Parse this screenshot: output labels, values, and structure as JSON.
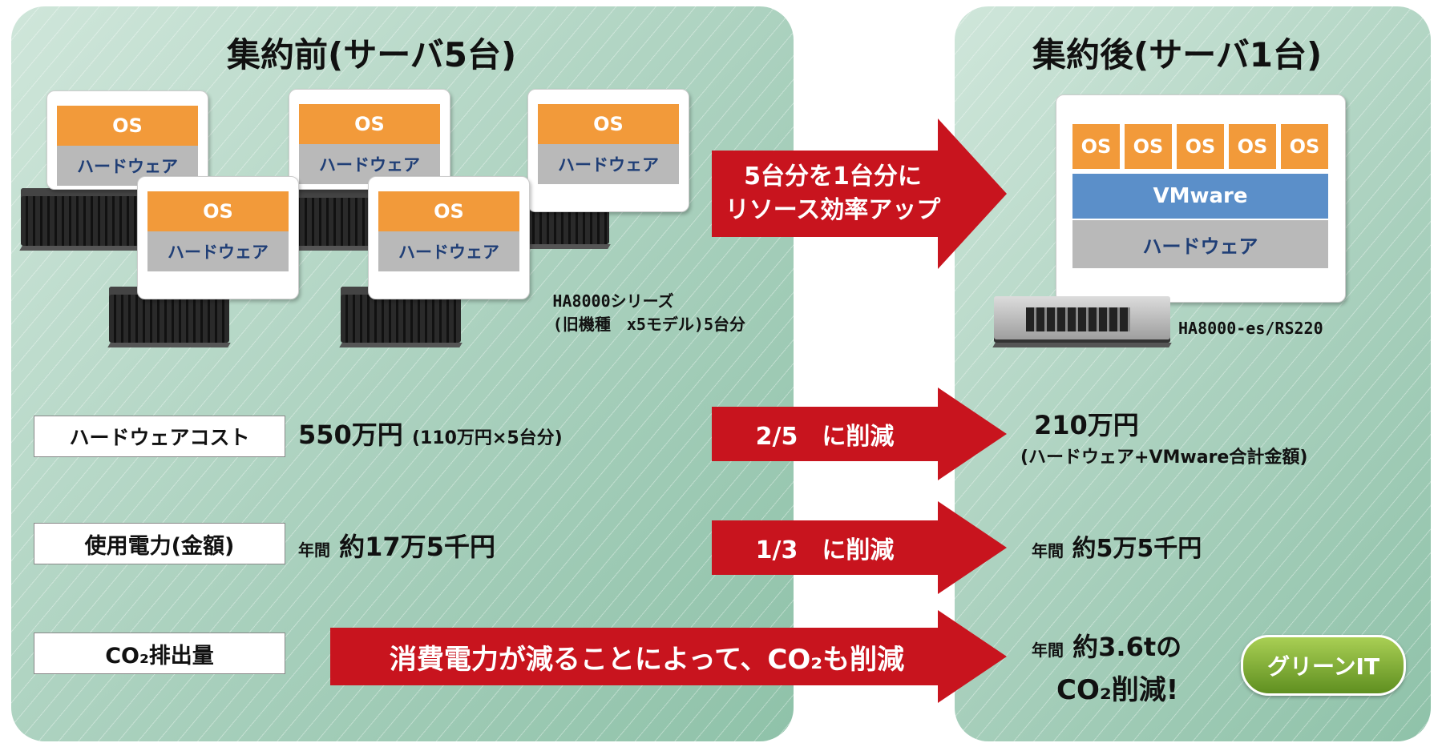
{
  "left_panel": {
    "title": "集約前(サーバ5台)",
    "server_os_label": "OS",
    "server_hw_label": "ハードウェア",
    "caption_line1": "HA8000シリーズ",
    "caption_line2": "(旧機種　x5モデル)5台分"
  },
  "right_panel": {
    "title": "集約後(サーバ1台)",
    "os_labels": [
      "OS",
      "OS",
      "OS",
      "OS",
      "OS"
    ],
    "vmware_label": "VMware",
    "hw_label": "ハードウェア",
    "caption": "HA8000-es/RS220"
  },
  "arrows": {
    "resource_line1": "5台分を1台分に",
    "resource_line2": "リソース効率アップ",
    "cost": "2/5　に削減",
    "power": "1/3　に削減",
    "co2": "消費電力が減ることによって、CO₂も削減"
  },
  "rows": {
    "cost": {
      "label": "ハードウェアコスト",
      "before_main": "550万円",
      "before_note": "(110万円×5台分)",
      "after_main": "210万円",
      "after_note": "(ハードウェア+VMware合計金額)"
    },
    "power": {
      "label": "使用電力(金額)",
      "before_prefix": "年間",
      "before_main": "約17万5千円",
      "after_prefix": "年間",
      "after_main": "約5万5千円"
    },
    "co2": {
      "label": "CO₂排出量",
      "after_prefix": "年間",
      "after_main": "約3.6tの",
      "after_line2": "CO₂削減!"
    }
  },
  "badge": "グリーンIT",
  "colors": {
    "arrow_red": "#c8141e",
    "os_orange": "#f29a3a",
    "hw_gray": "#b9b9b9",
    "vmware_blue": "#5b8fc9",
    "panel_green": "#a9d0bd",
    "badge_green": "#7cab32"
  }
}
